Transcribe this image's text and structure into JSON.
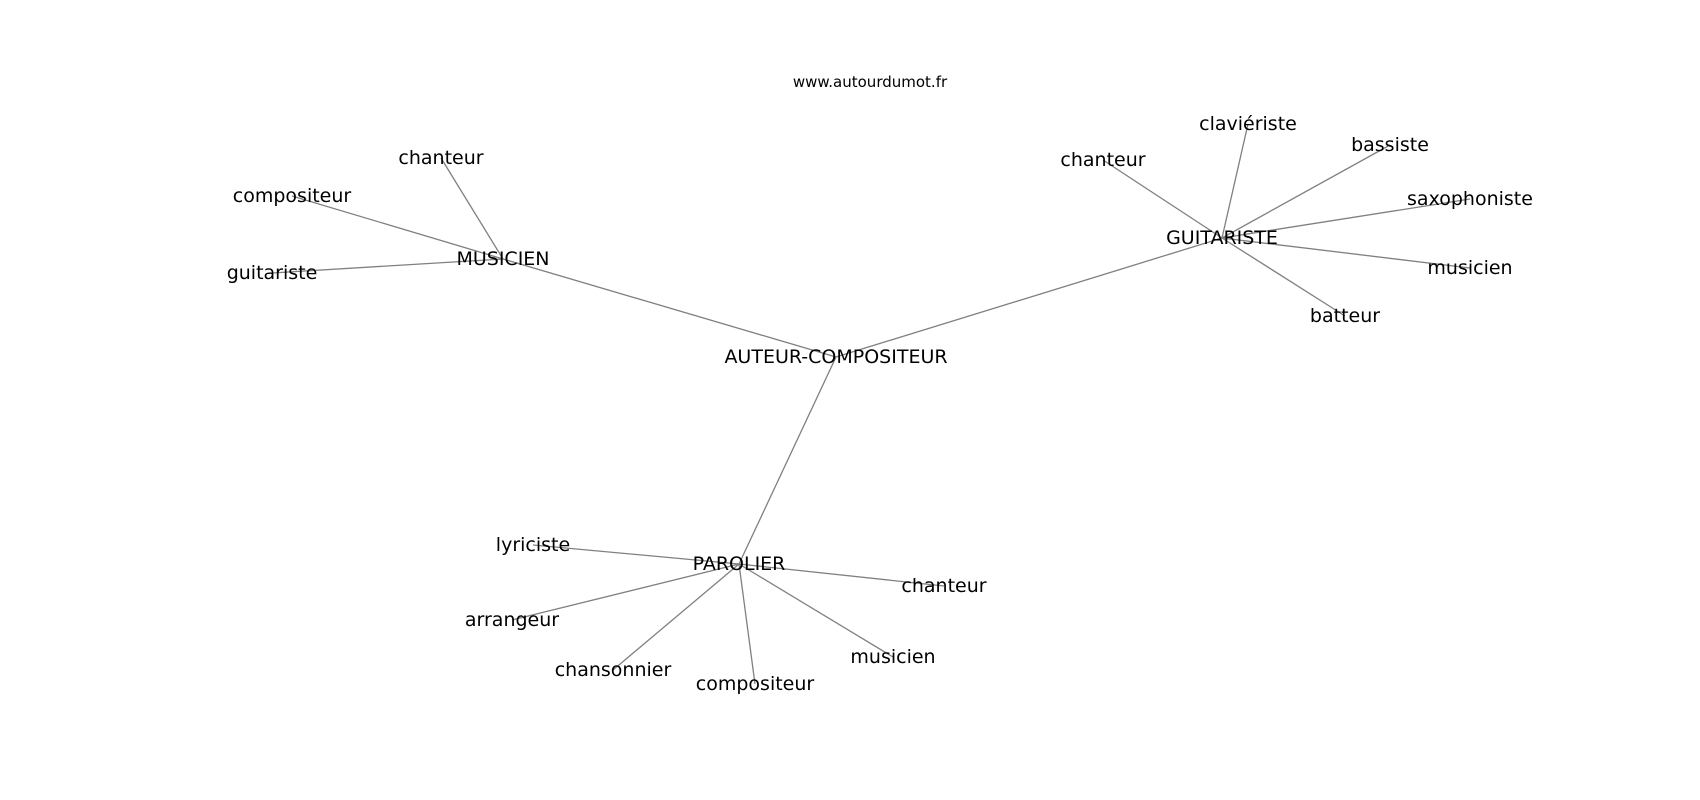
{
  "site": "www.autourdumot.fr",
  "center": "AUTEUR-COMPOSITEUR",
  "hubs": [
    {
      "id": "musicien",
      "label": "MUSICIEN",
      "leaves": [
        "chanteur",
        "compositeur",
        "guitariste"
      ]
    },
    {
      "id": "guitariste",
      "label": "GUITARISTE",
      "leaves": [
        "chanteur",
        "claviériste",
        "bassiste",
        "saxophoniste",
        "musicien",
        "batteur"
      ]
    },
    {
      "id": "parolier",
      "label": "PAROLIER",
      "leaves": [
        "lyriciste",
        "arrangeur",
        "chansonnier",
        "compositeur",
        "musicien",
        "chanteur"
      ]
    }
  ],
  "colors": {
    "edge": "#808080",
    "text": "#000000",
    "background": "#ffffff"
  }
}
